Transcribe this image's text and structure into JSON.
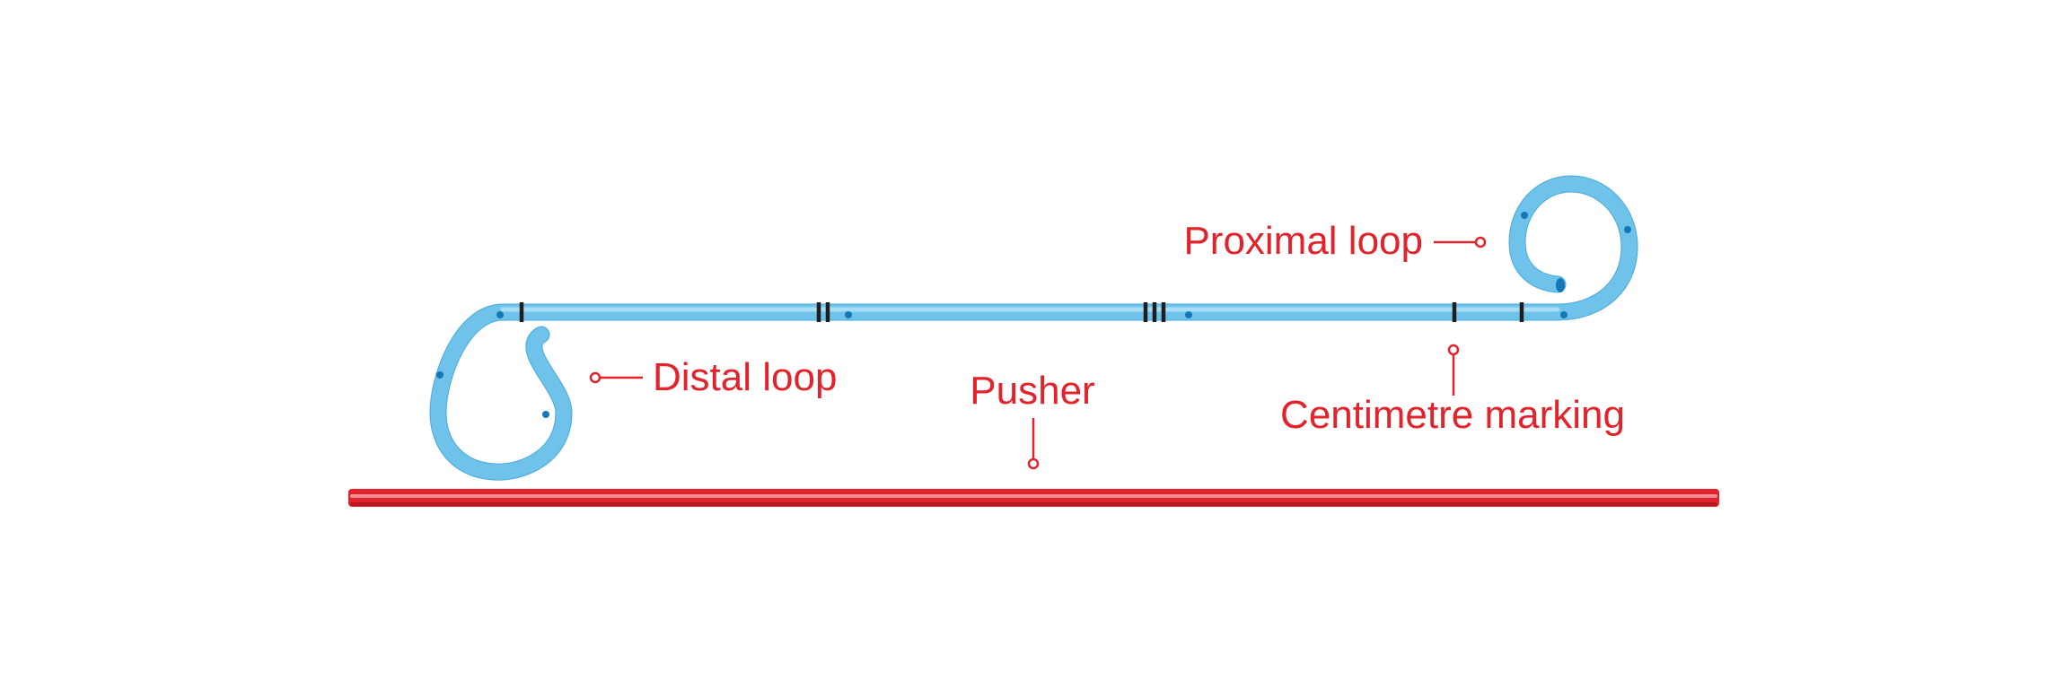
{
  "labels": {
    "proximal_loop": "Proximal loop",
    "distal_loop": "Distal loop",
    "pusher": "Pusher",
    "centimetre_marking": "Centimetre marking"
  },
  "colors": {
    "label_red": "#e3232b",
    "stent_blue": "#6fc3ea",
    "pusher_red": "#e3232b"
  }
}
